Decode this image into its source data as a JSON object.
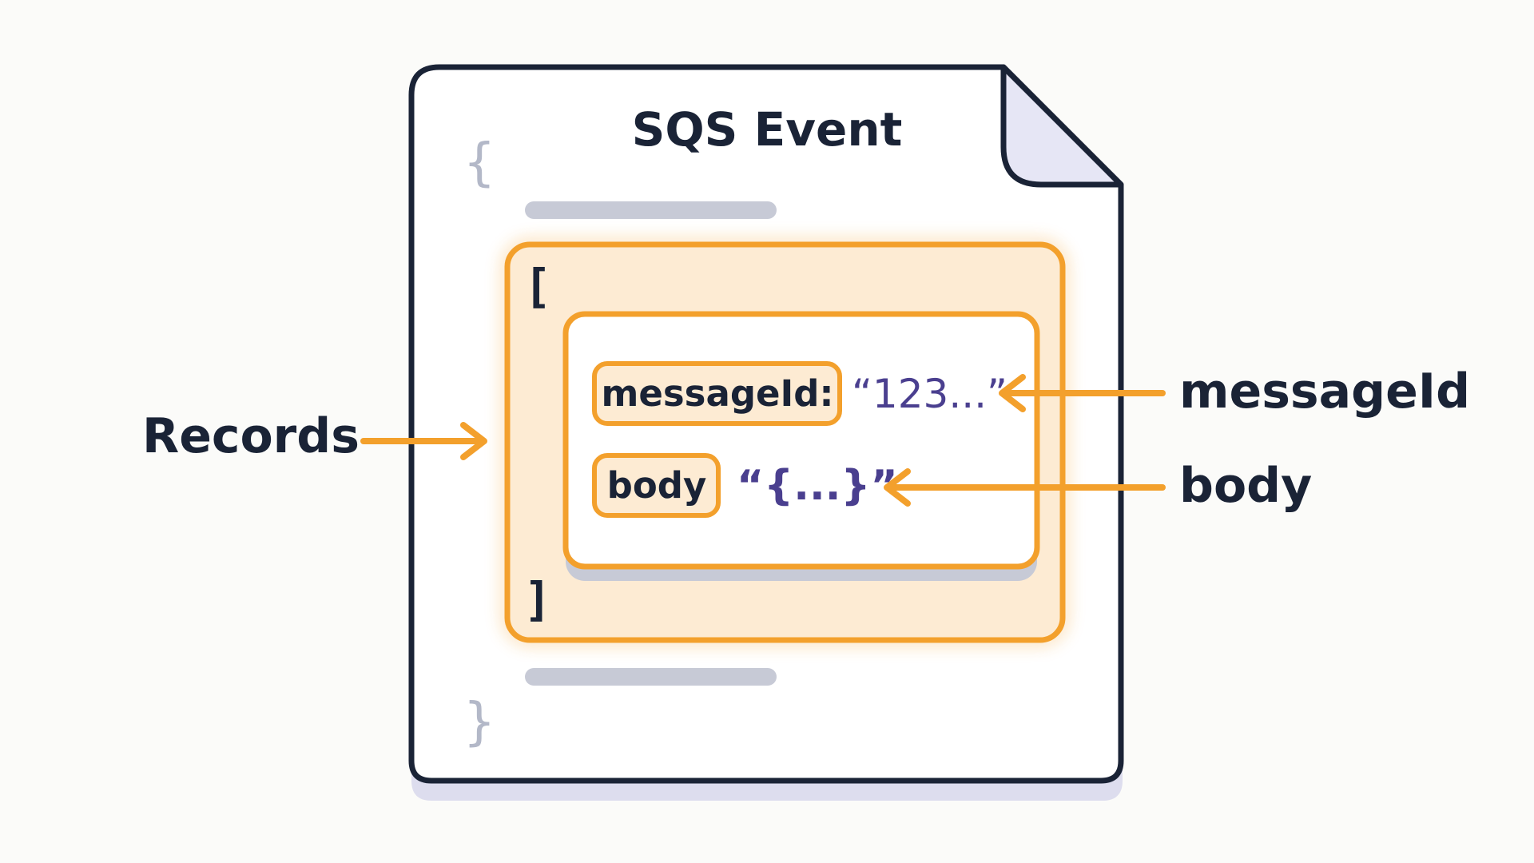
{
  "document": {
    "title": "SQS Event",
    "open_brace": "{",
    "close_brace": "}",
    "open_bracket": "[",
    "close_bracket": "]"
  },
  "record": {
    "message_id_key": "messageId:",
    "message_id_value": "“123...”",
    "body_key": "body",
    "body_value": "“{...}”"
  },
  "callouts": {
    "records": "Records",
    "message_id": "messageId",
    "body": "body"
  },
  "colors": {
    "background": "#fbfbf9",
    "outline": "#1a2336",
    "accent_orange": "#f3a02c",
    "highlight_fill": "#fdebd3",
    "value_purple": "#4a3f8f",
    "placeholder_gray": "#c7cad6",
    "fold_fill": "#e6e6f5",
    "shadow_lavender": "#c9c9e6"
  }
}
